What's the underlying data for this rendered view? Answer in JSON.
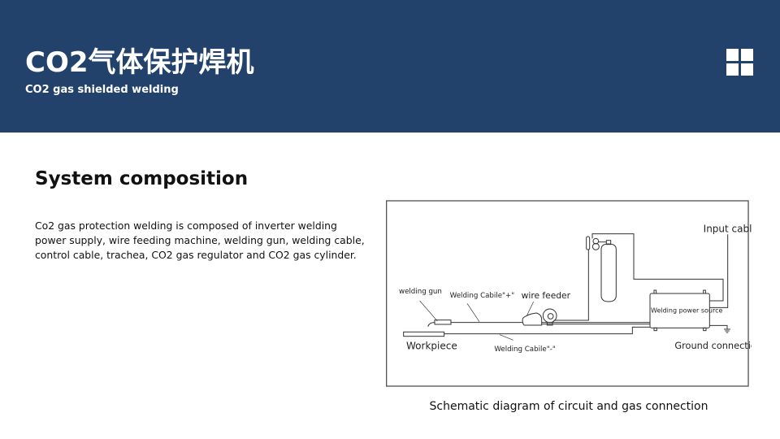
{
  "header": {
    "title": "CO2气体保护焊机",
    "subtitle": "CO2 gas shielded welding",
    "icon": "grid-icon"
  },
  "section": {
    "title": "System composition",
    "body": "Co2 gas protection welding is composed of inverter welding\npower supply, wire feeding machine, welding gun, welding cable,\n control cable, trachea, CO2 gas regulator and CO2 gas cylinder."
  },
  "diagram": {
    "labels": {
      "input_cable": "Input cable",
      "welding_gun": "welding gun",
      "cable_plus": "Welding Cabile\"+\"",
      "wire_feeder": "wire feeder",
      "power_source": "Welding power source",
      "workpiece": "Workpiece",
      "cable_minus": "Welding Cabile\"-\"",
      "ground": "Ground connection"
    },
    "caption": "Schematic diagram of circuit and gas connection"
  }
}
